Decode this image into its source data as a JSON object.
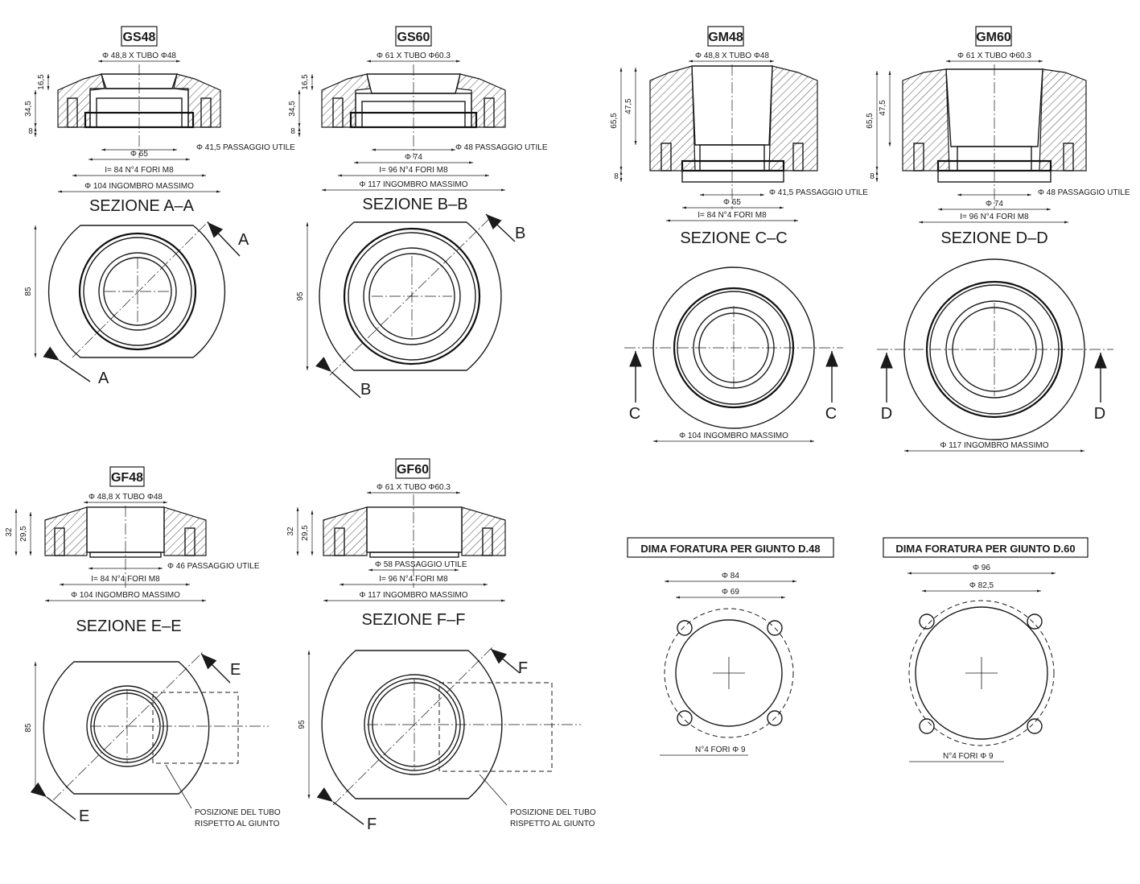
{
  "models": {
    "gs48": "GS48",
    "gs60": "GS60",
    "gm48": "GM48",
    "gm60": "GM60",
    "gf48": "GF48",
    "gf60": "GF60"
  },
  "sections": {
    "aa": "SEZIONE A–A",
    "bb": "SEZIONE B–B",
    "cc": "SEZIONE C–C",
    "dd": "SEZIONE D–D",
    "ee": "SEZIONE E–E",
    "ff": "SEZIONE F–F"
  },
  "letters": {
    "a": "A",
    "b": "B",
    "c": "C",
    "d": "D",
    "e": "E",
    "f": "F"
  },
  "dims": {
    "tube48": "Φ 48,8  X TUBO Φ48",
    "tube60": "Φ 61  X TUBO Φ60.3",
    "pass415": "Φ 41,5  PASSAGGIO UTILE",
    "pass48": "Φ 48  PASSAGGIO UTILE",
    "pass46": "Φ 46  PASSAGGIO UTILE",
    "pass58": "Φ 58  PASSAGGIO UTILE",
    "d65": "Φ 65",
    "d74": "Φ 74",
    "holes84": "I= 84  N°4 FORI M8",
    "holes96": "I= 96  N°4 FORI M8",
    "ing104": "Φ 104  INGOMBRO MASSIMO",
    "ing117": "Φ 117  INGOMBRO MASSIMO",
    "h345": "34,5",
    "h165": "16,5",
    "h8": "8",
    "h655": "65,5",
    "h475": "47,5",
    "h32": "32",
    "h295": "29,5",
    "h85": "85",
    "h95": "95"
  },
  "dima": {
    "title48": "DIMA FORATURA PER GIUNTO D.48",
    "title60": "DIMA FORATURA PER GIUNTO D.60",
    "d84": "Φ 84",
    "d69": "Φ 69",
    "d96": "Φ 96",
    "d825": "Φ 82,5",
    "holes9": "N°4 FORI  Φ 9"
  },
  "notes": {
    "tube_pos_1": "POSIZIONE DEL TUBO",
    "tube_pos_2": "RISPETTO AL GIUNTO"
  }
}
